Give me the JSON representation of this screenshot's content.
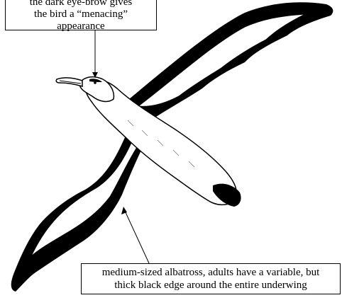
{
  "annotations": {
    "eyebrow": {
      "lines": [
        "the dark eye-brow gives",
        "the bird a “menacing”",
        "appearance"
      ]
    },
    "underwing": {
      "lines": [
        "medium-sized albatross, adults have a variable, but",
        "thick black edge around the entire underwing"
      ]
    }
  },
  "colors": {
    "ink": "#000000",
    "paper": "#ffffff"
  },
  "icons": {
    "subject": "albatross-illustration"
  }
}
